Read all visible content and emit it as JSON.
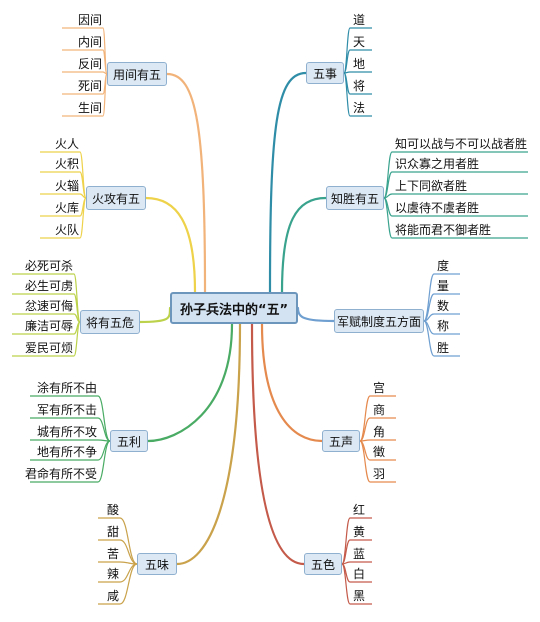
{
  "center": "孙子兵法中的“五”",
  "branches": {
    "jian": {
      "label": "用间有五",
      "color": "#f2b37a",
      "items": [
        "因间",
        "内间",
        "反间",
        "死间",
        "生间"
      ]
    },
    "huo": {
      "label": "火攻有五",
      "color": "#eed24a",
      "items": [
        "火人",
        "火积",
        "火辎",
        "火库",
        "火队"
      ]
    },
    "wei": {
      "label": "将有五危",
      "color": "#bcd24b",
      "items": [
        "必死可杀",
        "必生可虏",
        "忿速可侮",
        "廉洁可辱",
        "爱民可烦"
      ]
    },
    "li": {
      "label": "五利",
      "color": "#49ab64",
      "items": [
        "涂有所不由",
        "军有所不击",
        "城有所不攻",
        "地有所不争",
        "君命有所不受"
      ]
    },
    "wei2": {
      "label": "五味",
      "color": "#c9a24b",
      "items": [
        "酸",
        "甜",
        "苦",
        "辣",
        "咸"
      ]
    },
    "shi": {
      "label": "五事",
      "color": "#2f8da8",
      "items": [
        "道",
        "天",
        "地",
        "将",
        "法"
      ]
    },
    "zhi": {
      "label": "知胜有五",
      "color": "#3aa38e",
      "items": [
        "知可以战与不可以战者胜",
        "识众寡之用者胜",
        "上下同欲者胜",
        "以虞待不虞者胜",
        "将能而君不御者胜"
      ]
    },
    "jun": {
      "label": "军赋制度五方面",
      "color": "#6f9fd0",
      "items": [
        "度",
        "量",
        "数",
        "称",
        "胜"
      ]
    },
    "sheng": {
      "label": "五声",
      "color": "#e58a4e",
      "items": [
        "宫",
        "商",
        "角",
        "徵",
        "羽"
      ]
    },
    "se": {
      "label": "五色",
      "color": "#c45a4a",
      "items": [
        "红",
        "黄",
        "蓝",
        "白",
        "黑"
      ]
    }
  }
}
